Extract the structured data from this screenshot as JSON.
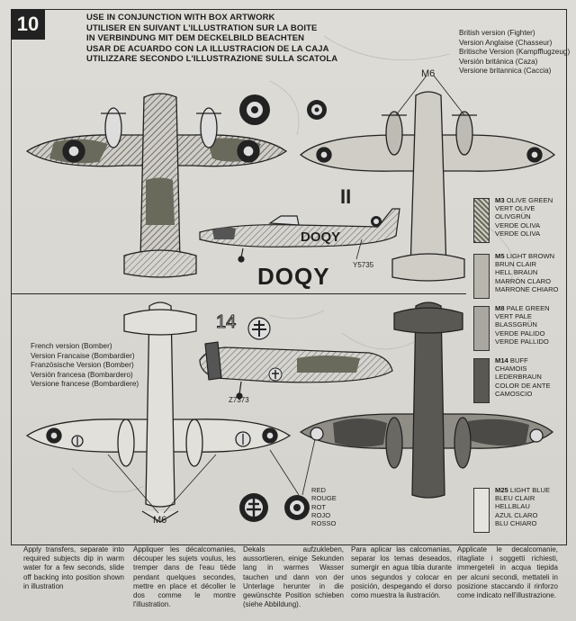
{
  "step_number": "10",
  "instructions": [
    "USE IN CONJUNCTION WITH BOX ARTWORK",
    "UTILISER EN SUIVANT L'ILLUSTRATION SUR LA BOITE",
    "IN VERBINDUNG MIT DEM DECKELBILD BEACHTEN",
    "USAR DE ACUARDO CON LA ILLUSTRACION DE LA CAJA",
    "UTILIZZARE SECONDO L'ILLUSTRAZIONE SULLA SCATOLA"
  ],
  "british_version": [
    "British version (Fighter)",
    "Version Anglaise (Chasseur)",
    "Britische Version (Kampfflugzeug)",
    "Versión británica (Caza)",
    "Versione britannica (Caccia)"
  ],
  "french_version": [
    "French version (Bomber)",
    "Version Francaise (Bombardier)",
    "Französische Version (Bomber)",
    "Versión francesa (Bombardero)",
    "Versione francese (Bombardiere)"
  ],
  "labels": {
    "m6_top": "M6",
    "m6_bottom": "M6",
    "code_big": "DOQY",
    "code_side": "DOQY",
    "serial_british": "Y5735",
    "serial_french": "Z7373",
    "numeral_french": "14",
    "roman_two": "II"
  },
  "paint_legend": [
    {
      "code": "M3",
      "names": [
        "OLIVE GREEN",
        "VERT OLIVE",
        "OLIVGRÜN",
        "VERDE OLIVA",
        "VERDE OLIVA"
      ],
      "color": "#6b6b5a",
      "pattern": "hatch"
    },
    {
      "code": "M5",
      "names": [
        "LIGHT BROWN",
        "BRUN CLAIR",
        "HELL BRAUN",
        "MARRÓN CLARO",
        "MARRONE CHIARO"
      ],
      "color": "#b9b6ae",
      "pattern": "solid"
    },
    {
      "code": "M8",
      "names": [
        "PALE GREEN",
        "VERT PALE",
        "BLASSGRÜN",
        "VERDE PALIDO",
        "VERDE PALLIDO"
      ],
      "color": "#a9a7a0",
      "pattern": "solid"
    },
    {
      "code": "M14",
      "names": [
        "BUFF",
        "CHAMOIS",
        "LEDERBRAUN",
        "COLOR DE ANTE",
        "CAMOSCIO"
      ],
      "color": "#5a5853",
      "pattern": "solid"
    },
    {
      "code": "M25",
      "names": [
        "LIGHT BLUE",
        "BLEU CLAIR",
        "HELLBLAU",
        "AZUL CLARO",
        "BLU CHIARO"
      ],
      "color": "#e6e4df",
      "pattern": "solid"
    }
  ],
  "red_list": [
    "RED",
    "ROUGE",
    "ROT",
    "ROJO",
    "ROSSO"
  ],
  "footer": [
    "Apply transfers, separate into required subjects dip in warm water for a few seconds, slide off backing into position shown in illustration",
    "Appliquer les décalcomanies, découper les sujets voulus, les tremper dans de l'eau tiède pendant quelques secondes, mettre en place et décoller le dos comme le montre l'illustration.",
    "Dekals aufzukleben, aussortieren, einige Sekunden lang in warmes Wasser tauchen und dann von der Unterlage herunter in die gewünschte Position schieben (siehe Abbildung).",
    "Para aplicar las calcomanias, separar los temas deseados, sumergir en agua tibia durante unos segundos y colocar en posición, despegando el dorso como muestra la ilustración.",
    "Applicate le decalcomanie, ritagliate i soggetti richiesti, immergeteli in acqua tiepida per alcuni secondi, mettateli in posizione staccando il rinforzo come indicato nell'illustrazione."
  ]
}
